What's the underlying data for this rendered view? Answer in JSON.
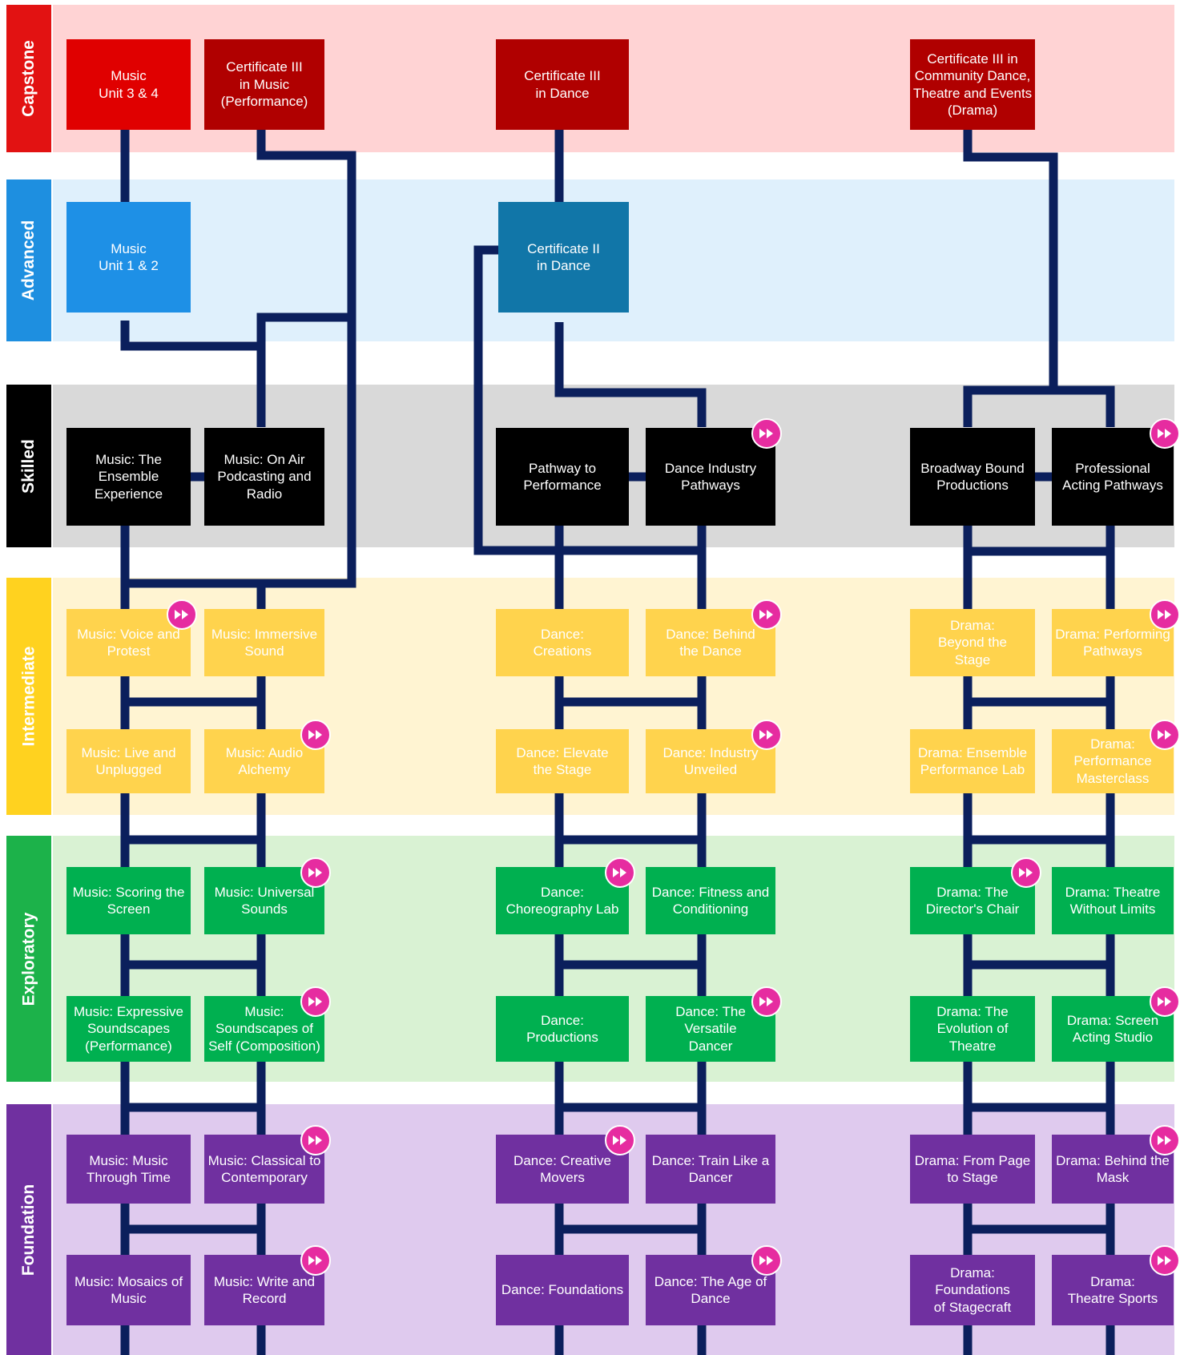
{
  "colors": {
    "line": "#0b1f5c",
    "badge": "#e62ca0",
    "levels": {
      "capstone": {
        "band": "#ffd3d4",
        "label": "#e21212"
      },
      "advanced": {
        "band": "#dff0fc",
        "label": "#1e8fe0"
      },
      "skilled": {
        "band": "#d9d9d9",
        "label": "#000000"
      },
      "intermediate": {
        "band": "#fff4d2",
        "label": "#ffd21f"
      },
      "exploratory": {
        "band": "#d9f2d3",
        "label": "#1cb24a"
      },
      "foundation": {
        "band": "#dfcaee",
        "label": "#7030a0"
      }
    }
  },
  "levels": {
    "capstone": "Capstone",
    "advanced": "Advanced",
    "skilled": "Skilled",
    "intermediate": "Intermediate",
    "exploratory": "Exploratory",
    "foundation": "Foundation"
  },
  "fast_track_icon": "fast-forward-icon",
  "courses": {
    "music_unit_34": {
      "label": "Music\nUnit 3 & 4",
      "fill": "#e00000",
      "text": "#ffffff",
      "fast_track": false
    },
    "cert3_music": {
      "label": "Certificate III\nin Music\n(Performance)",
      "fill": "#b00000",
      "text": "#ffffff",
      "fast_track": false
    },
    "cert3_dance": {
      "label": "Certificate III\nin Dance",
      "fill": "#b00000",
      "text": "#ffffff",
      "fast_track": false
    },
    "cert3_drama": {
      "label": "Certificate III in\nCommunity Dance,\nTheatre and Events\n(Drama)",
      "fill": "#b00000",
      "text": "#ffffff",
      "fast_track": false
    },
    "music_unit_12": {
      "label": "Music\nUnit 1 & 2",
      "fill": "#1e90e6",
      "text": "#ffffff",
      "fast_track": false
    },
    "cert2_dance": {
      "label": "Certificate II\nin Dance",
      "fill": "#1176a8",
      "text": "#ffffff",
      "fast_track": false
    },
    "music_ensemble": {
      "label": "Music: The\nEnsemble\nExperience",
      "fill": "#000000",
      "text": "#ffffff",
      "fast_track": false
    },
    "music_on_air": {
      "label": "Music: On Air\nPodcasting and\nRadio",
      "fill": "#000000",
      "text": "#ffffff",
      "fast_track": false
    },
    "pathway_performance": {
      "label": "Pathway to\nPerformance",
      "fill": "#000000",
      "text": "#ffffff",
      "fast_track": false
    },
    "dance_industry_pathways": {
      "label": "Dance Industry\nPathways",
      "fill": "#000000",
      "text": "#ffffff",
      "fast_track": true
    },
    "broadway_bound": {
      "label": "Broadway Bound\nProductions",
      "fill": "#000000",
      "text": "#ffffff",
      "fast_track": false
    },
    "professional_acting": {
      "label": "Professional\nActing Pathways",
      "fill": "#000000",
      "text": "#ffffff",
      "fast_track": true
    },
    "music_voice_protest": {
      "label": "Music: Voice and\nProtest",
      "fill": "#ffd34d",
      "text": "#ffffff",
      "fast_track": true
    },
    "music_immersive": {
      "label": "Music: Immersive\nSound",
      "fill": "#ffd34d",
      "text": "#ffffff",
      "fast_track": false
    },
    "dance_creations": {
      "label": "Dance:\nCreations",
      "fill": "#ffd34d",
      "text": "#ffffff",
      "fast_track": false
    },
    "dance_behind": {
      "label": "Dance: Behind\nthe Dance",
      "fill": "#ffd34d",
      "text": "#ffffff",
      "fast_track": true
    },
    "drama_beyond_stage": {
      "label": "Drama:\nBeyond the\nStage",
      "fill": "#ffd34d",
      "text": "#ffffff",
      "fast_track": false
    },
    "drama_performing_pathways": {
      "label": "Drama: Performing\nPathways",
      "fill": "#ffd34d",
      "text": "#ffffff",
      "fast_track": true
    },
    "music_live_unplugged": {
      "label": "Music: Live and\nUnplugged",
      "fill": "#ffd34d",
      "text": "#ffffff",
      "fast_track": false
    },
    "music_audio_alchemy": {
      "label": "Music: Audio\nAlchemy",
      "fill": "#ffd34d",
      "text": "#ffffff",
      "fast_track": true
    },
    "dance_elevate": {
      "label": "Dance: Elevate\nthe Stage",
      "fill": "#ffd34d",
      "text": "#ffffff",
      "fast_track": false
    },
    "dance_industry_unveiled": {
      "label": "Dance: Industry\nUnveiled",
      "fill": "#ffd34d",
      "text": "#ffffff",
      "fast_track": true
    },
    "drama_ensemble_lab": {
      "label": "Drama: Ensemble\nPerformance Lab",
      "fill": "#ffd34d",
      "text": "#ffffff",
      "fast_track": false
    },
    "drama_masterclass": {
      "label": "Drama:\nPerformance\nMasterclass",
      "fill": "#ffd34d",
      "text": "#ffffff",
      "fast_track": true
    },
    "music_scoring_screen": {
      "label": "Music: Scoring the\nScreen",
      "fill": "#00b050",
      "text": "#ffffff",
      "fast_track": false
    },
    "music_universal": {
      "label": "Music: Universal\nSounds",
      "fill": "#00b050",
      "text": "#ffffff",
      "fast_track": true
    },
    "dance_choreography_lab": {
      "label": "Dance:\nChoreography Lab",
      "fill": "#00b050",
      "text": "#ffffff",
      "fast_track": true
    },
    "dance_fitness": {
      "label": "Dance: Fitness and\nConditioning",
      "fill": "#00b050",
      "text": "#ffffff",
      "fast_track": false
    },
    "drama_directors_chair": {
      "label": "Drama: The\nDirector's Chair",
      "fill": "#00b050",
      "text": "#ffffff",
      "fast_track": true
    },
    "drama_without_limits": {
      "label": "Drama: Theatre\nWithout Limits",
      "fill": "#00b050",
      "text": "#ffffff",
      "fast_track": false
    },
    "music_expressive": {
      "label": "Music: Expressive\nSoundscapes\n(Performance)",
      "fill": "#00b050",
      "text": "#ffffff",
      "fast_track": false
    },
    "music_soundscapes_self": {
      "label": "Music:\nSoundscapes of\nSelf (Composition)",
      "fill": "#00b050",
      "text": "#ffffff",
      "fast_track": true
    },
    "dance_productions": {
      "label": "Dance:\nProductions",
      "fill": "#00b050",
      "text": "#ffffff",
      "fast_track": false
    },
    "dance_versatile": {
      "label": "Dance: The Versatile\nDancer",
      "fill": "#00b050",
      "text": "#ffffff",
      "fast_track": true
    },
    "drama_evolution": {
      "label": "Drama: The\nEvolution of Theatre",
      "fill": "#00b050",
      "text": "#ffffff",
      "fast_track": false
    },
    "drama_screen_acting": {
      "label": "Drama: Screen\nActing Studio",
      "fill": "#00b050",
      "text": "#ffffff",
      "fast_track": true
    },
    "music_through_time": {
      "label": "Music: Music\nThrough Time",
      "fill": "#7030a0",
      "text": "#ffffff",
      "fast_track": false
    },
    "music_classical": {
      "label": "Music: Classical to\nContemporary",
      "fill": "#7030a0",
      "text": "#ffffff",
      "fast_track": true
    },
    "dance_creative_movers": {
      "label": "Dance: Creative\nMovers",
      "fill": "#7030a0",
      "text": "#ffffff",
      "fast_track": true
    },
    "dance_train": {
      "label": "Dance: Train Like a\nDancer",
      "fill": "#7030a0",
      "text": "#ffffff",
      "fast_track": false
    },
    "drama_page_stage": {
      "label": "Drama: From Page\nto Stage",
      "fill": "#7030a0",
      "text": "#ffffff",
      "fast_track": false
    },
    "drama_behind_mask": {
      "label": "Drama: Behind the\nMask",
      "fill": "#7030a0",
      "text": "#ffffff",
      "fast_track": true
    },
    "music_mosaics": {
      "label": "Music: Mosaics of\nMusic",
      "fill": "#7030a0",
      "text": "#ffffff",
      "fast_track": false
    },
    "music_write_record": {
      "label": "Music: Write and\nRecord",
      "fill": "#7030a0",
      "text": "#ffffff",
      "fast_track": true
    },
    "dance_foundations": {
      "label": "Dance: Foundations",
      "fill": "#7030a0",
      "text": "#ffffff",
      "fast_track": false
    },
    "dance_age_of_dance": {
      "label": "Dance: The Age of\nDance",
      "fill": "#7030a0",
      "text": "#ffffff",
      "fast_track": true
    },
    "drama_foundations": {
      "label": "Drama: Foundations\nof Stagecraft",
      "fill": "#7030a0",
      "text": "#ffffff",
      "fast_track": false
    },
    "drama_theatre_sports": {
      "label": "Drama:\nTheatre Sports",
      "fill": "#7030a0",
      "text": "#ffffff",
      "fast_track": true
    }
  }
}
